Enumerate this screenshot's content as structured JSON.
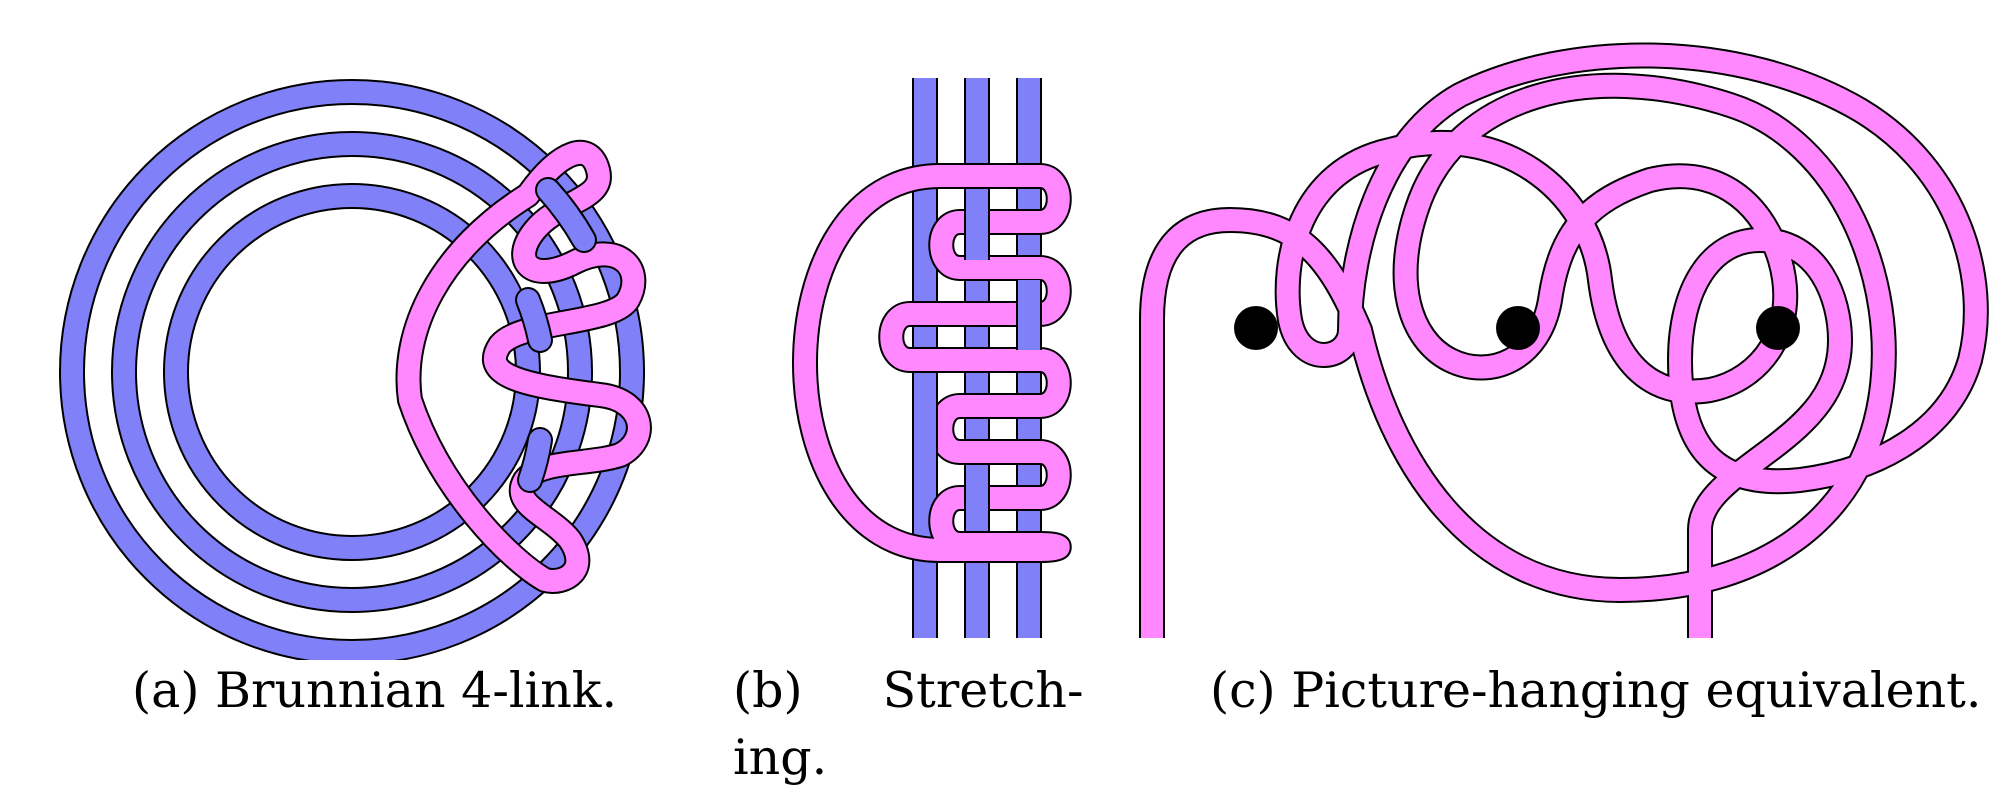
{
  "colors": {
    "blue": "#8080f8",
    "pink": "#ff88ff",
    "outline": "#000000",
    "nail": "#000000"
  },
  "panels": {
    "a": {
      "caption_label": "(a)",
      "caption_text": "Brunnian 4-link."
    },
    "b": {
      "caption_label": "(b)",
      "caption_text": "Stretch-",
      "caption_cont": "ing."
    },
    "c": {
      "caption_label": "(c)",
      "caption_text": "Picture-hanging equivalent."
    }
  }
}
